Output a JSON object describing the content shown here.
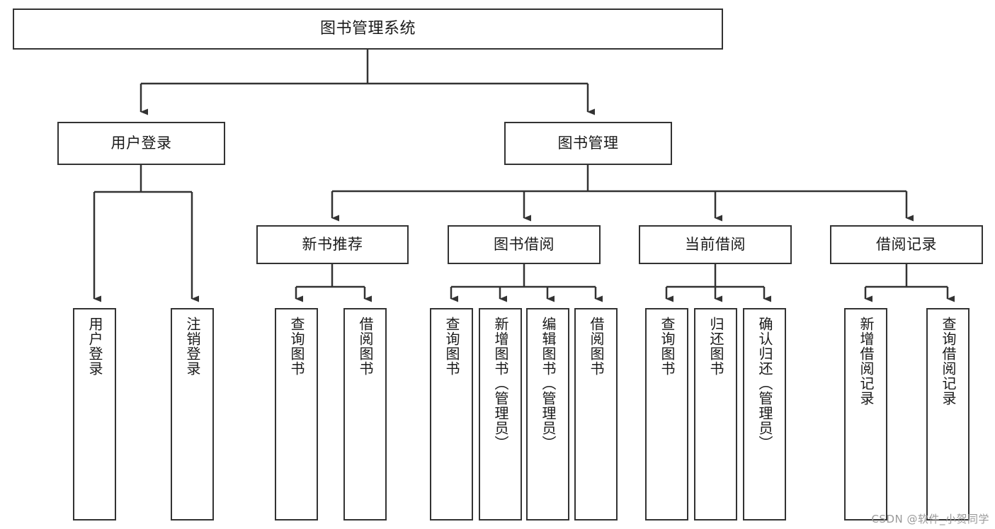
{
  "diagram": {
    "type": "tree",
    "title": "图书管理系统",
    "orientation": "top-down",
    "colors": {
      "box_border": "#333333",
      "box_fill": "#ffffff",
      "connector": "#333333",
      "text": "#1a1a1a",
      "watermark": "#9a9a9a"
    },
    "root": {
      "label": "图书管理系统"
    },
    "level2": [
      {
        "label": "用户登录"
      },
      {
        "label": "图书管理"
      }
    ],
    "level3": [
      {
        "label": "新书推荐"
      },
      {
        "label": "图书借阅"
      },
      {
        "label": "当前借阅"
      },
      {
        "label": "借阅记录"
      }
    ],
    "leaves": {
      "user_login": [
        {
          "label": "用户登录"
        },
        {
          "label": "注销登录"
        }
      ],
      "new_book_recommend": [
        {
          "label": "查询图书"
        },
        {
          "label": "借阅图书"
        }
      ],
      "book_borrow": [
        {
          "label": "查询图书"
        },
        {
          "label": "新增图书（管理员）"
        },
        {
          "label": "编辑图书（管理员）"
        },
        {
          "label": "借阅图书"
        }
      ],
      "current_borrow": [
        {
          "label": "查询图书"
        },
        {
          "label": "归还图书"
        },
        {
          "label": "确认归还（管理员）"
        }
      ],
      "borrow_records": [
        {
          "label": "新增借阅记录"
        },
        {
          "label": "查询借阅记录"
        }
      ]
    }
  },
  "watermark": {
    "text": "CSDN @软件_小贺同学"
  }
}
